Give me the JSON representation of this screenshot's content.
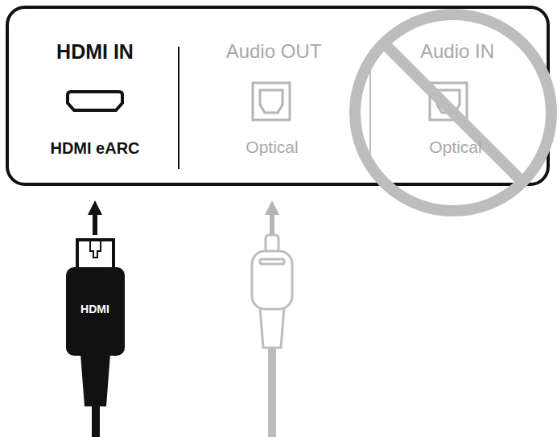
{
  "diagram": {
    "labels": [
      "HDMI IN",
      "HDMI eARC",
      "Audio OUT",
      "Optical",
      "Audio IN",
      "Optical",
      "HDMI"
    ]
  }
}
